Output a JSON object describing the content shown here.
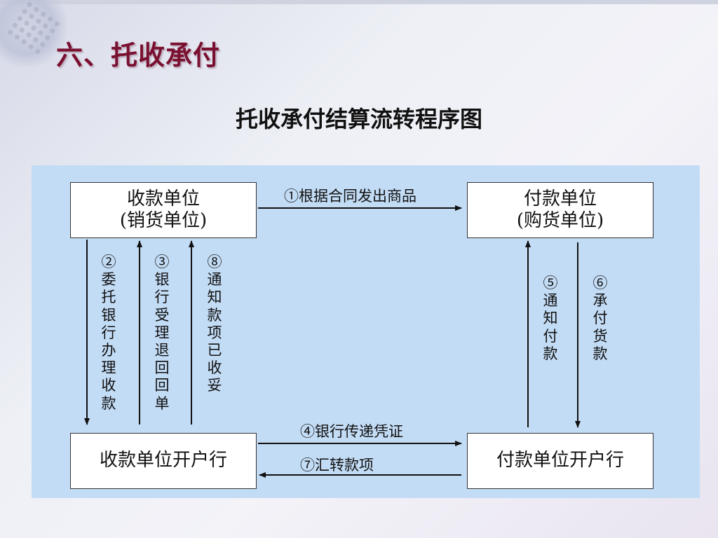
{
  "slide": {
    "heading": "六、托收承付",
    "subtitle": "托收承付结算流转程序图"
  },
  "nodes": {
    "payee": {
      "line1": "收款单位",
      "line2": "(销货单位)"
    },
    "payer": {
      "line1": "付款单位",
      "line2": "(购货单位)"
    },
    "payee_bank": {
      "label": "收款单位开户行"
    },
    "payer_bank": {
      "label": "付款单位开户行"
    }
  },
  "steps": {
    "s1": "①根据合同发出商品",
    "s2": "②委托银行办理收款",
    "s3": "③银行受理退回回单",
    "s4": "④银行传递凭证",
    "s5": "⑤通知付款",
    "s6": "⑥承付货款",
    "s7": "⑦汇转款项",
    "s8": "⑧通知款项已收妥"
  }
}
